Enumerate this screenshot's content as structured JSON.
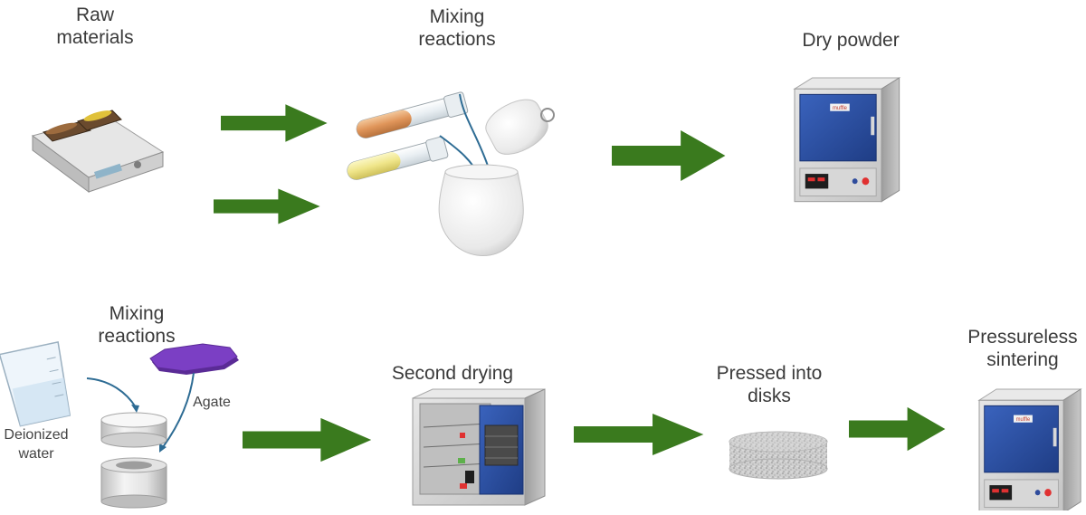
{
  "labels": {
    "raw_materials": "Raw\nmaterials",
    "mixing_reactions_top": "Mixing\nreactions",
    "dry_powder": "Dry powder",
    "mixing_reactions_bottom": "Mixing\nreactions",
    "deionized_water": "Deionized\nwater",
    "agate": "Agate",
    "second_drying": "Second drying",
    "pressed_into_disks": "Pressed into\ndisks",
    "pressureless_sintering": "Pressureless\nsintering"
  },
  "icons": {
    "stirrer": "magnetic-stirrer-icon",
    "test_tubes": "test-tube-icon",
    "jar": "ball-mill-jar-icon",
    "oven": "drying-oven-icon",
    "beaker": "beaker-icon",
    "agate_plate": "agate-plate-icon",
    "cylinder": "mold-cylinder-icon",
    "disk": "pressed-disk-icon",
    "arrow": "process-arrow-icon"
  },
  "colors": {
    "arrow": "#3a7a1e",
    "oven_door": "#2c4fa0",
    "oven_body": "#dcdcdc",
    "agate": "#7b3fc4"
  },
  "oven_badge": "muffle"
}
